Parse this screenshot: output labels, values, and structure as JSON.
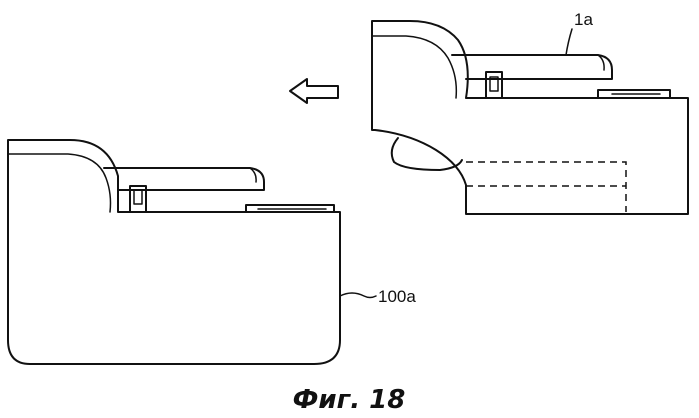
{
  "labels": {
    "tool_ref": "1a",
    "battery_ref": "100a"
  },
  "caption": "Фиг. 18",
  "arrow": {
    "direction": "left",
    "icon": "hollow-arrow-left-icon"
  }
}
